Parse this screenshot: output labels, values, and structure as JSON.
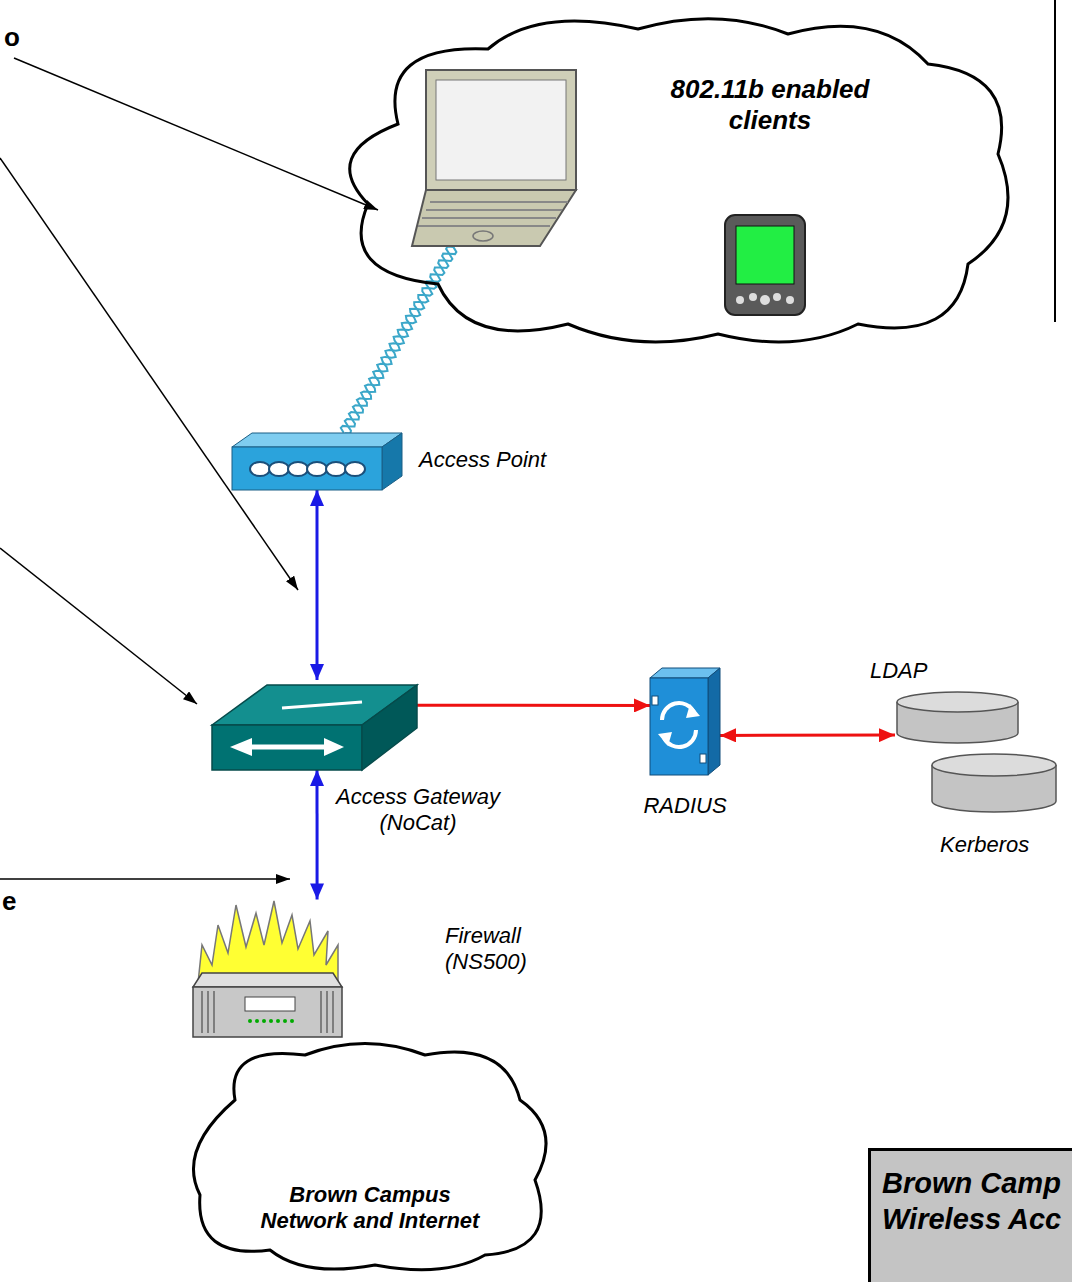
{
  "diagram": {
    "nodes": [
      {
        "text": [
          "802.11b enabled clients"
        ]
      },
      {
        "text": [
          "Access Point"
        ]
      },
      {
        "text": [
          "Access Gateway (NoCat)"
        ]
      },
      {
        "text": [
          "RADIUS"
        ]
      },
      {
        "text": [
          "LDAP"
        ]
      },
      {
        "text": [
          "Kerberos"
        ]
      },
      {
        "text": [
          "Firewall (NS500)"
        ]
      },
      {
        "text": [
          "Brown Campus Network and Internet"
        ]
      },
      {
        "text": [
          "Brown Camp",
          "Wireless Acc"
        ]
      }
    ],
    "edges": [
      {
        "from": 0,
        "to": 1,
        "arrow": "none"
      },
      {
        "from": 1,
        "to": 2,
        "arrow": "both"
      },
      {
        "from": 2,
        "to": 3,
        "arrow": "both"
      },
      {
        "from": 3,
        "to": 4,
        "arrow": "both"
      },
      {
        "from": 2,
        "to": 6,
        "arrow": "both"
      }
    ],
    "labels": [
      "o",
      "e"
    ]
  }
}
